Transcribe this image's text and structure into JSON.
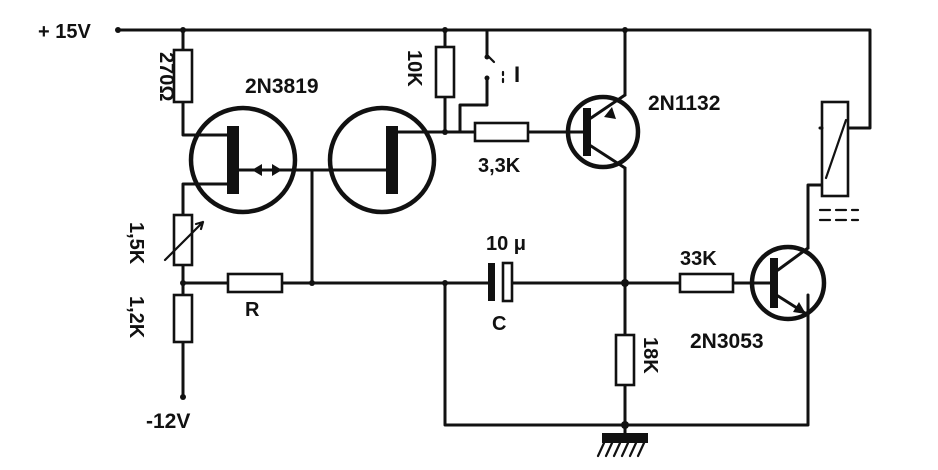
{
  "supply": {
    "positive": "+ 15V",
    "negative": "-12V"
  },
  "transistors": {
    "fet_pair": "2N3819",
    "driver": "2N1132",
    "output": "2N3053"
  },
  "resistors": {
    "r_top_left": "270Ω",
    "r_collector": "10K",
    "r_base_driver": "3,3K",
    "r_pot": "1,5K",
    "r_bottom_left": "1,2K",
    "r_timing": "R",
    "r_base_output": "33K",
    "r_emitter": "18K"
  },
  "capacitor": {
    "value": "10 μ",
    "name": "C"
  },
  "switch": {
    "label": "I"
  }
}
